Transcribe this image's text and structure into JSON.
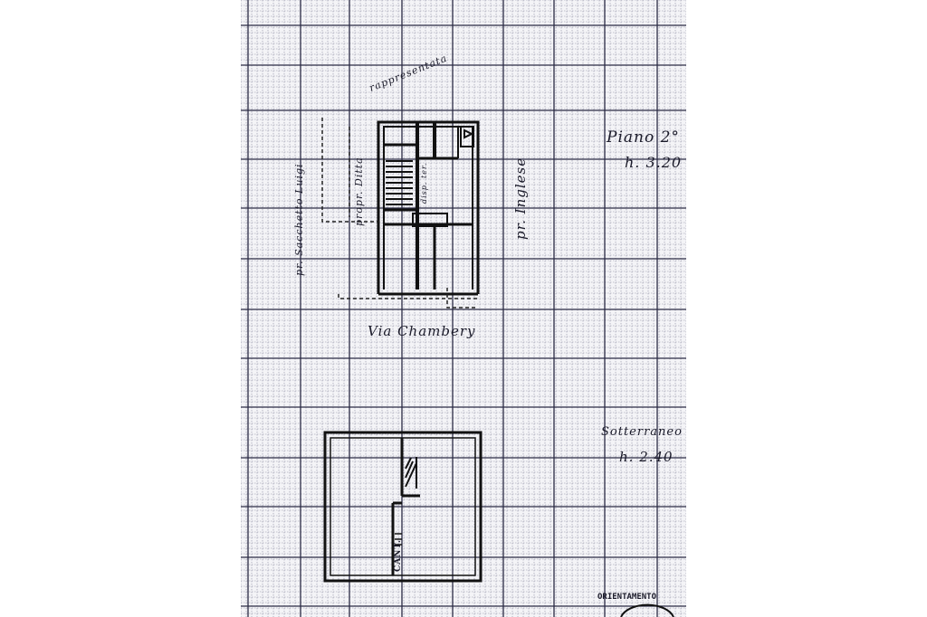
{
  "plan": {
    "floor2_label": "Piano 2°",
    "floor2_height": "h. 3.20",
    "basement_label": "Sotterraneo",
    "basement_height": "h. 2.40",
    "street_label": "Via Chambery",
    "neighbor_right": "pr. Inglese",
    "neighbor_left": "pr. Sacchetto Luigi",
    "neighbor_top_left": "propr. Ditta",
    "neighbor_top_arc": "rappresentata",
    "small_room_label": "disp. ter.",
    "cellar_label": "CANT.",
    "orientation_label": "ORIENTAMENTO"
  }
}
